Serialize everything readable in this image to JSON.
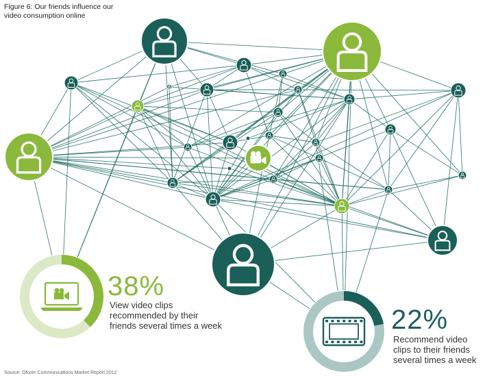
{
  "figure": {
    "title": "Figure 6: Our friends influence our\nvideo consumption online"
  },
  "colors": {
    "dark_teal": "#1a5f58",
    "bright_green": "#8ab93b",
    "light_green": "#dde9c6",
    "light_teal": "#aac7c4",
    "line": "#1f6c63"
  },
  "icons": {
    "person": "person-icon",
    "video_camera": "video-camera-icon",
    "laptop_video": "laptop-video-icon",
    "film_strip": "film-strip-icon"
  },
  "stats": [
    {
      "percent": "38%",
      "value": 0.38,
      "text": "View video clips\nrecommended by their\nfriends several times a week",
      "accent": "#8ab93b",
      "track": "#dde9c6"
    },
    {
      "percent": "22%",
      "value": 0.22,
      "text": "Recommend video\nclips to their friends\nseveral times a week",
      "accent": "#1a5f58",
      "track": "#aac7c4"
    }
  ],
  "footer": {
    "source": "Source: Ofcom Communications Market Report 2012"
  }
}
